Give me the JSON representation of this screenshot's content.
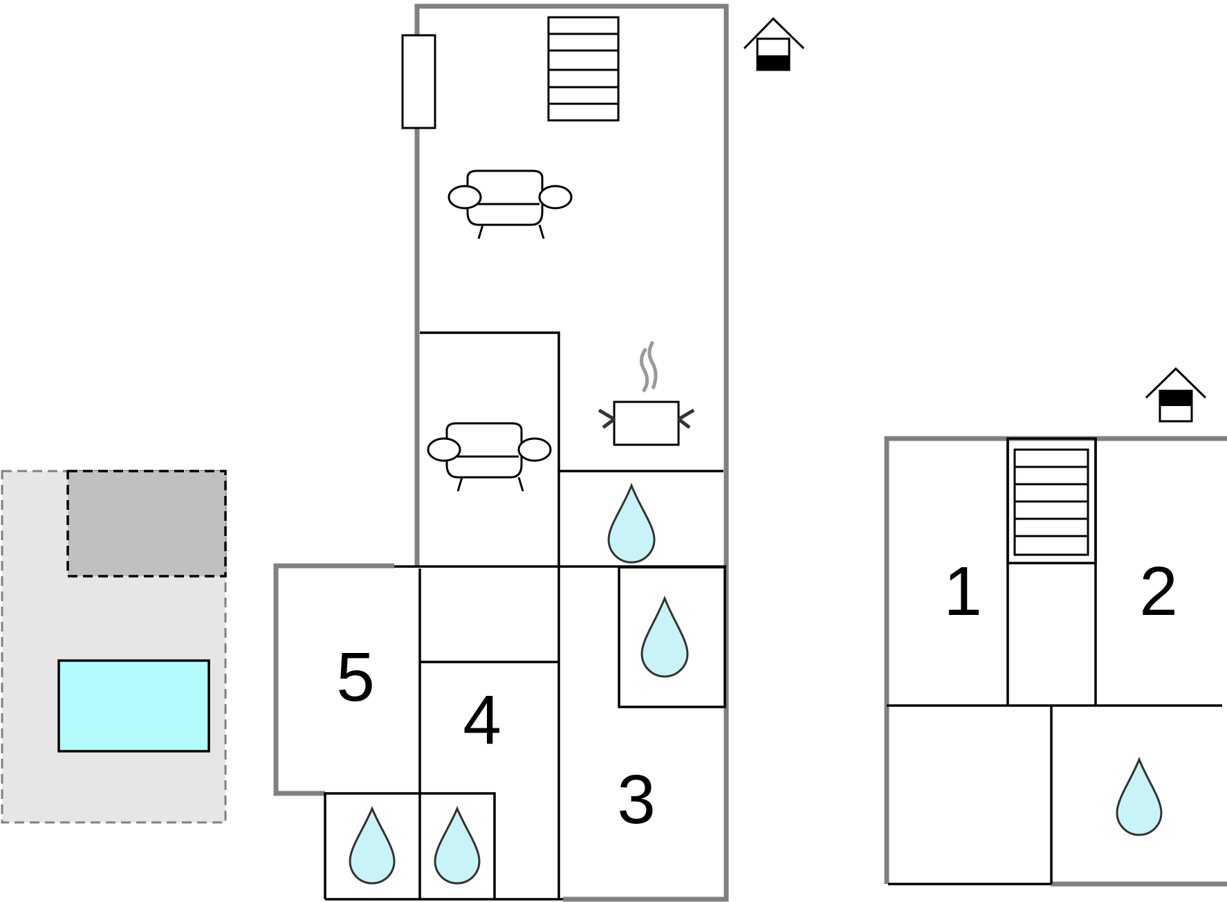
{
  "floor_plan": {
    "room_labels": [
      "1",
      "2",
      "3",
      "4",
      "5"
    ],
    "colors": {
      "wall_outer": "#808080",
      "wall_inner": "#000000",
      "outdoor_area": "#e6e6e6",
      "terrace": "#c0c0c0",
      "pool": "#b4fcfc",
      "water_drop": "#c8f4f8"
    },
    "icons": [
      "floor-indicator-icon",
      "staircase-icon",
      "sofa-icon",
      "cooking-pot-icon",
      "water-drop-icon",
      "pool"
    ]
  }
}
